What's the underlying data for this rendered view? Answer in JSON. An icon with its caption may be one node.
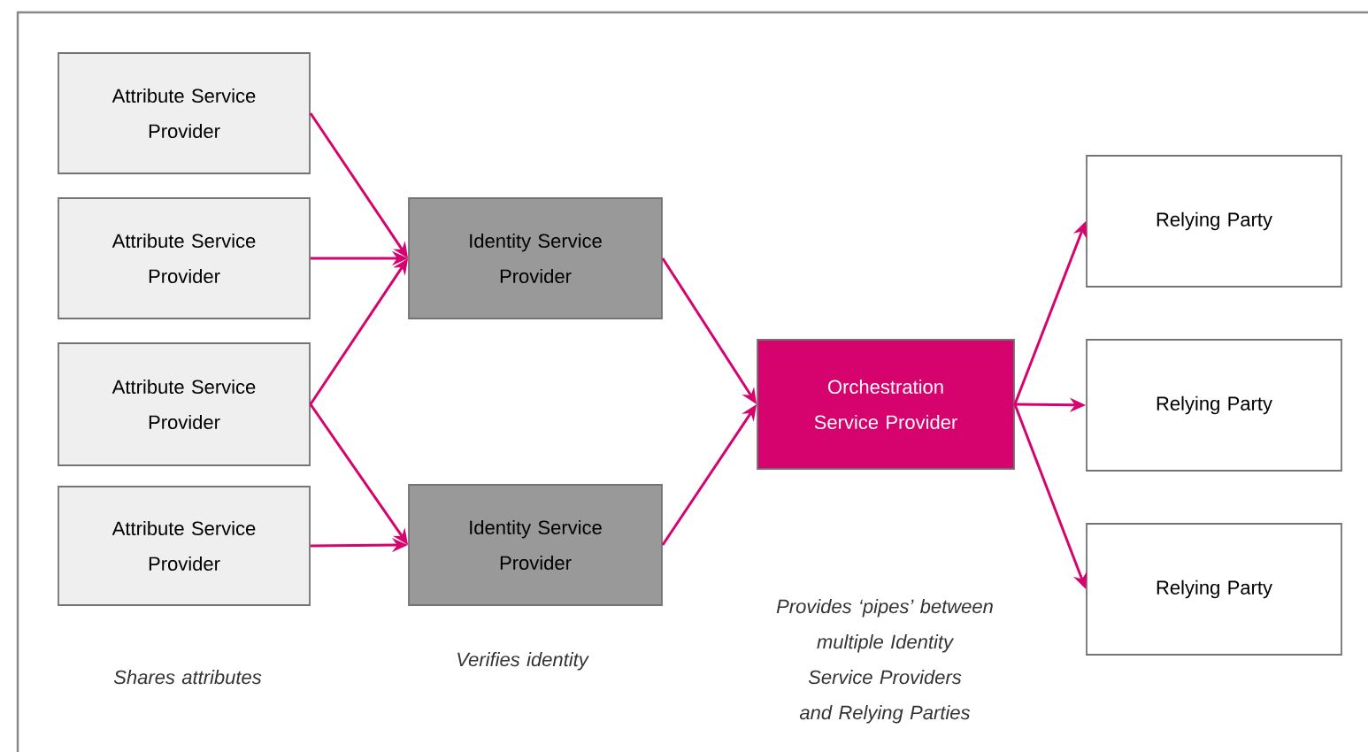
{
  "diagram": {
    "nodes": [
      {
        "text": [
          "Attribute Service Provider"
        ]
      },
      {
        "text": [
          "Attribute Service Provider"
        ]
      },
      {
        "text": [
          "Attribute Service Provider"
        ]
      },
      {
        "text": [
          "Attribute Service Provider"
        ]
      },
      {
        "text": [
          "Identity Service Provider"
        ]
      },
      {
        "text": [
          "Identity Service Provider"
        ]
      },
      {
        "text": [
          "Orchestration Service Provider"
        ]
      },
      {
        "text": [
          "Relying Party"
        ]
      },
      {
        "text": [
          "Relying Party"
        ]
      },
      {
        "text": [
          "Relying Party"
        ]
      }
    ],
    "edges": [
      {
        "from": 0,
        "to": 4,
        "arrow": "to"
      },
      {
        "from": 1,
        "to": 4,
        "arrow": "to"
      },
      {
        "from": 2,
        "to": 4,
        "arrow": "to"
      },
      {
        "from": 2,
        "to": 5,
        "arrow": "to"
      },
      {
        "from": 3,
        "to": 5,
        "arrow": "to"
      },
      {
        "from": 4,
        "to": 6,
        "arrow": "to"
      },
      {
        "from": 5,
        "to": 6,
        "arrow": "to"
      },
      {
        "from": 6,
        "to": 7,
        "arrow": "to"
      },
      {
        "from": 6,
        "to": 8,
        "arrow": "to"
      },
      {
        "from": 6,
        "to": 9,
        "arrow": "to"
      }
    ],
    "labels": [
      "Shares attributes",
      "Verifies identity",
      "Provides ‘pipes’ between multiple Identity Service Providers and Relying Parties"
    ]
  }
}
